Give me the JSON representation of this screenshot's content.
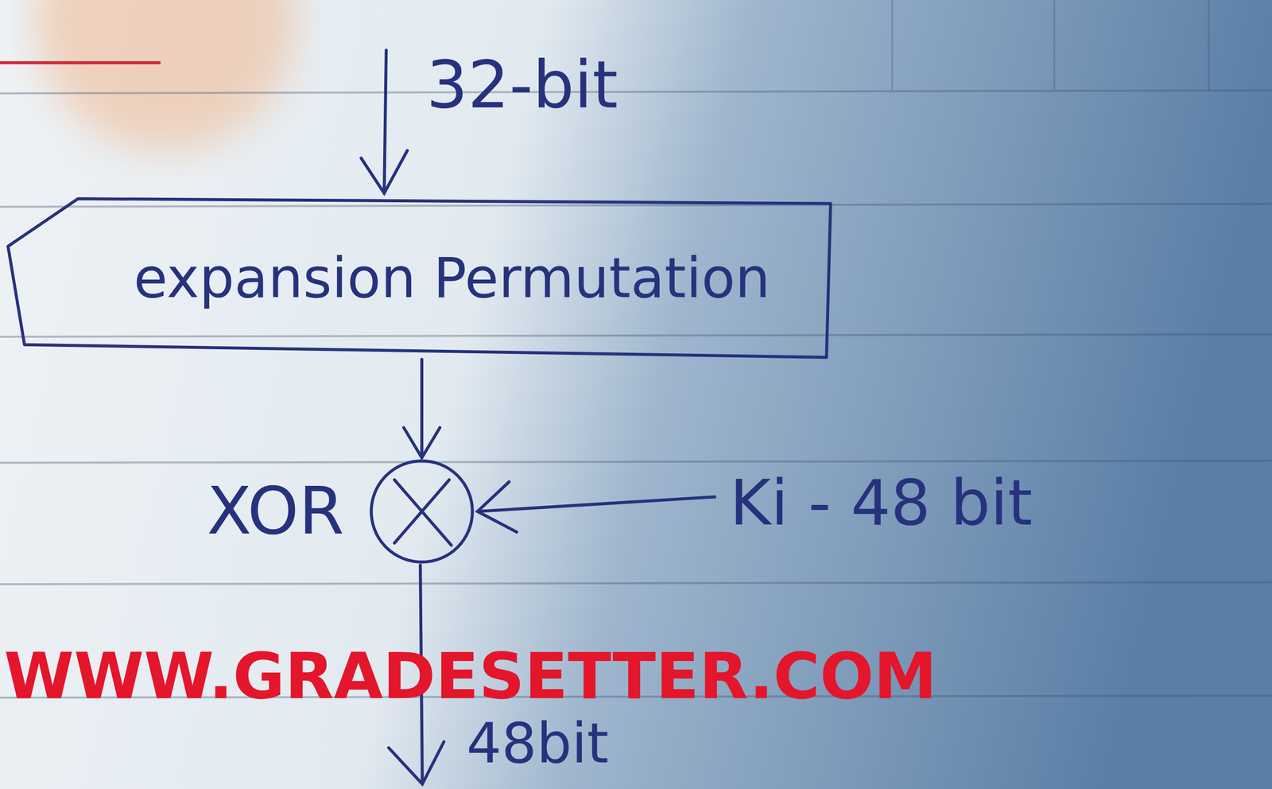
{
  "diagram": {
    "nodes": [
      {
        "text": [
          "expansion Permutation"
        ]
      },
      {
        "text": [
          "XOR"
        ]
      }
    ],
    "edges": [
      {
        "from": 0,
        "to": 1,
        "arrow": "to"
      }
    ],
    "labels": [
      "32-bit",
      "Ki - 48 bit",
      "48bit",
      "WWW.GRADESETTER.COM"
    ]
  }
}
